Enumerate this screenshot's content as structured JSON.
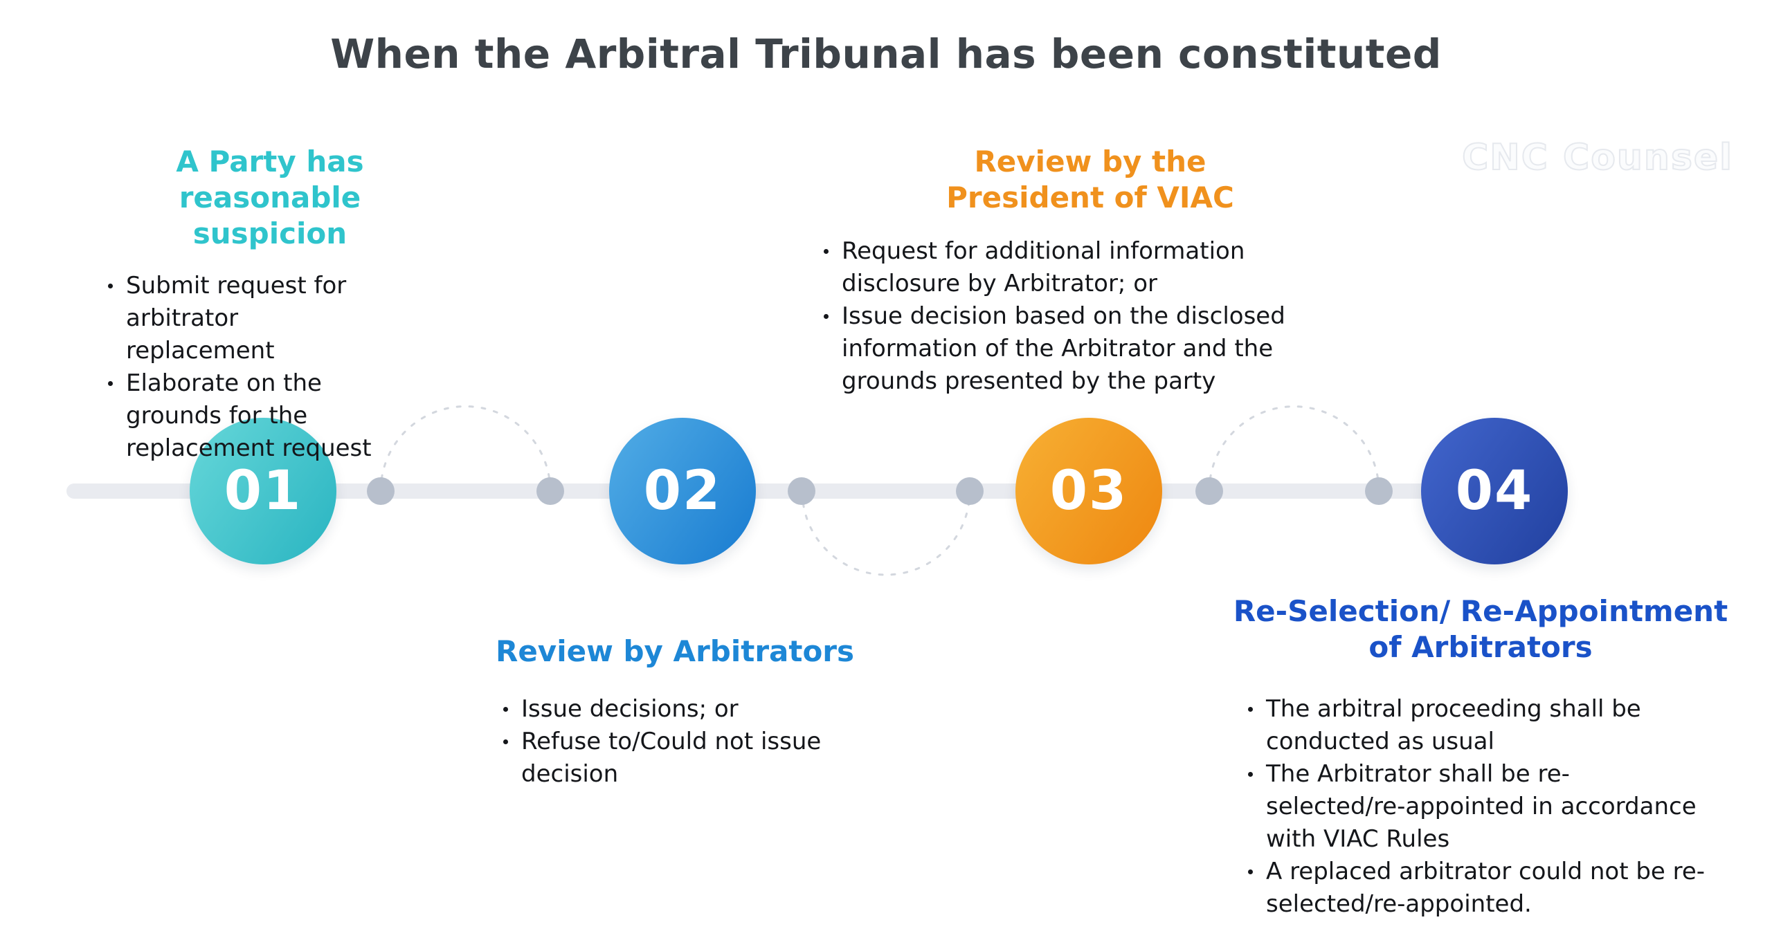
{
  "title": "When the Arbitral Tribunal has been constituted",
  "watermark": "CNC Counsel",
  "colors": {
    "title_text": "#3d4349",
    "body_text": "#14161a",
    "bar": "#e9ebf0",
    "dot": "#b7bfcc",
    "arc": "#d3d7de",
    "watermark": "#e6e9ee",
    "step1_accent": "#2fc4cc",
    "step2_accent": "#1d87d6",
    "step3_accent": "#f0911d",
    "step4_accent": "#1a52c8",
    "c1_a": "#66d7d9",
    "c1_b": "#29b4c1",
    "c2_a": "#52ade6",
    "c2_b": "#187bd0",
    "c3_a": "#f7b034",
    "c3_b": "#ee8710",
    "c4_a": "#4266cd",
    "c4_b": "#21409f"
  },
  "timeline": {
    "steps": [
      {
        "number": "01",
        "heading_line1": "A Party has reasonable",
        "heading_line2": "suspicion",
        "bullets": [
          "Submit request for arbitrator replacement",
          "Elaborate on the grounds for the replacement request"
        ]
      },
      {
        "number": "02",
        "heading_line1": "Review by Arbitrators",
        "heading_line2": "",
        "bullets": [
          "Issue decisions; or",
          "Refuse to/Could not issue decision"
        ]
      },
      {
        "number": "03",
        "heading_line1": "Review by the",
        "heading_line2": "President of VIAC",
        "bullets": [
          "Request for additional information disclosure by Arbitrator; or",
          "Issue decision based on the disclosed information of the Arbitrator and the grounds presented by the party"
        ]
      },
      {
        "number": "04",
        "heading_line1": "Re-Selection/ Re-Appointment",
        "heading_line2": "of Arbitrators",
        "bullets": [
          "The arbitral proceeding shall be conducted as usual",
          "The Arbitrator shall be re-selected/re-appointed in accordance with VIAC Rules",
          "A replaced arbitrator could not be re-selected/re-appointed."
        ]
      }
    ]
  }
}
